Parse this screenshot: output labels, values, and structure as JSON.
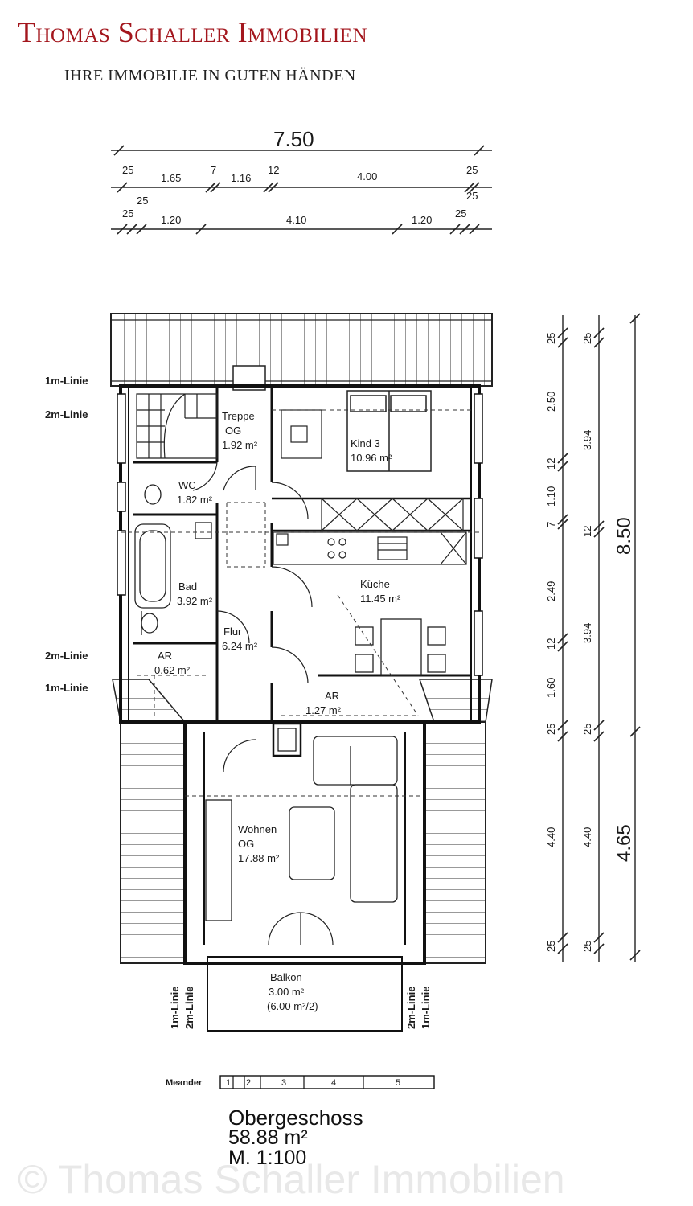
{
  "header": {
    "company": "Thomas Schaller Immobilien",
    "slogan": "IHRE IMMOBILIE IN GUTEN HÄNDEN"
  },
  "dimensions": {
    "top_total": "7.50",
    "top_row1": [
      "25",
      "1.65",
      "7",
      "1.16",
      "12",
      "4.00",
      "25"
    ],
    "top_row2": [
      "25",
      "25",
      "1.20",
      "4.10",
      "1.20",
      "25",
      "25"
    ],
    "right_total_upper": "8.50",
    "right_total_lower": "4.65",
    "right_col1": [
      "25",
      "2.50",
      "12",
      "1.10",
      "7",
      "2.49",
      "12",
      "1.60",
      "25",
      "4.40",
      "25"
    ],
    "right_col2": [
      "25",
      "3.94",
      "12",
      "3.94",
      "25",
      "4.40",
      "25"
    ]
  },
  "lines": {
    "one_m": "1m-Linie",
    "two_m": "2m-Linie"
  },
  "rooms": {
    "treppe": {
      "name": "Treppe",
      "sub": "OG",
      "area": "1.92 m²"
    },
    "kind": {
      "name": "Kind 3",
      "area": "10.96 m²"
    },
    "wc": {
      "name": "WC",
      "area": "1.82 m²"
    },
    "bad": {
      "name": "Bad",
      "area": "3.92 m²"
    },
    "kueche": {
      "name": "Küche",
      "area": "11.45 m²"
    },
    "flur": {
      "name": "Flur",
      "area": "6.24 m²"
    },
    "ar1": {
      "name": "AR",
      "area": "0.62 m²"
    },
    "ar2": {
      "name": "AR",
      "area": "1.27 m²"
    },
    "wohnen": {
      "name": "Wohnen",
      "sub": "OG",
      "area": "17.88 m²"
    },
    "balkon": {
      "name": "Balkon",
      "area": "3.00 m²",
      "note": "(6.00 m²/2)"
    }
  },
  "scale_bar": {
    "label": "Meander",
    "ticks": [
      "1",
      "2",
      "3",
      "4",
      "5"
    ]
  },
  "footer": {
    "floor": "Obergeschoss",
    "area": "58.88 m²",
    "scale": "M. 1:100"
  },
  "watermark": "© Thomas Schaller Immobilien"
}
